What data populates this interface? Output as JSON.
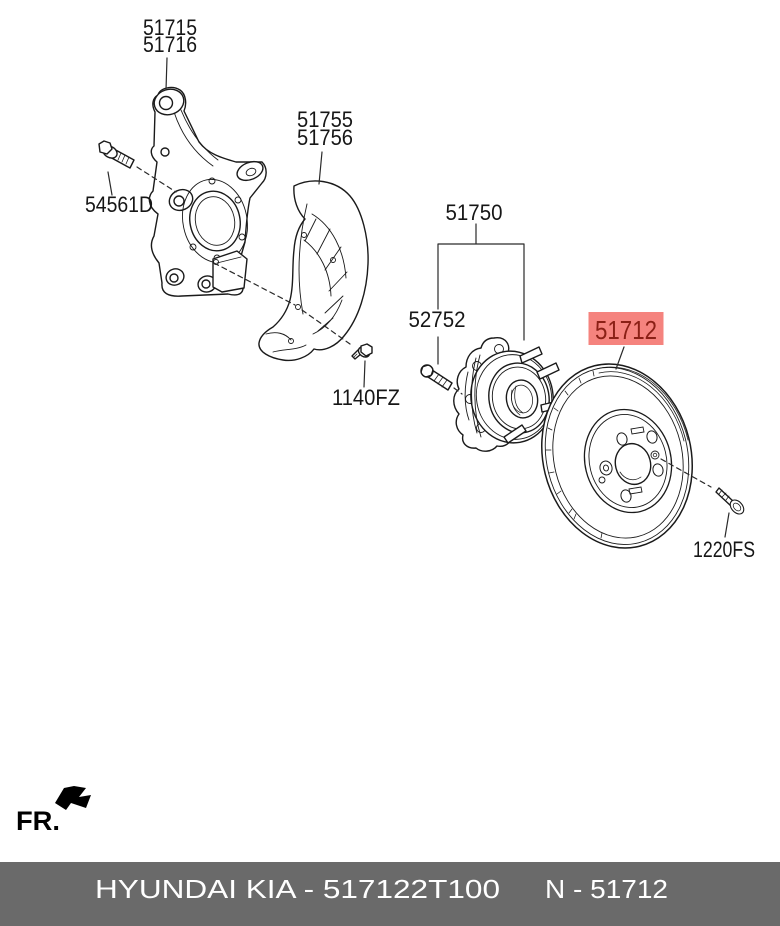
{
  "parts": {
    "knuckle": {
      "label_line1": "51715",
      "label_line2": "51716"
    },
    "knuckle_bolt": {
      "label": "54561D"
    },
    "dust_shield": {
      "label_line1": "51755",
      "label_line2": "51756"
    },
    "shield_bolt": {
      "label": "1140FZ"
    },
    "hub_bearing_assembly": {
      "label": "51750"
    },
    "wheel_stud": {
      "label": "52752"
    },
    "brake_disc": {
      "label": "51712",
      "highlighted": true,
      "highlight_bg": "#F5837E",
      "highlight_fg": "#8B2016"
    },
    "disc_screw": {
      "label": "1220FS"
    }
  },
  "orientation": {
    "label": "FR."
  },
  "footer": {
    "text_left": "HYUNDAI  KIA - 517122T100",
    "text_right": "N - 51712",
    "bg": "#6A6A6A",
    "fg": "#FFFFFF"
  }
}
